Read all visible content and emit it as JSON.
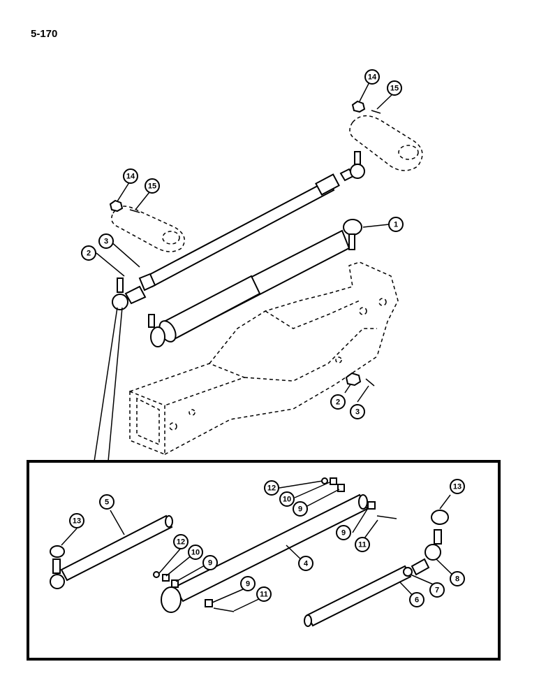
{
  "page": {
    "number": "5-170"
  },
  "callouts": [
    {
      "id": "c-14-top",
      "label": "14"
    },
    {
      "id": "c-15-top",
      "label": "15"
    },
    {
      "id": "c-14-left",
      "label": "14"
    },
    {
      "id": "c-15-left",
      "label": "15"
    },
    {
      "id": "c-1",
      "label": "1"
    },
    {
      "id": "c-2-left",
      "label": "2"
    },
    {
      "id": "c-3-left",
      "label": "3"
    },
    {
      "id": "c-2-mid",
      "label": "2"
    },
    {
      "id": "c-3-mid",
      "label": "3"
    },
    {
      "id": "c-12-a",
      "label": "12"
    },
    {
      "id": "c-10-a",
      "label": "10"
    },
    {
      "id": "c-9-a",
      "label": "9"
    },
    {
      "id": "c-13-right",
      "label": "13"
    },
    {
      "id": "c-5",
      "label": "5"
    },
    {
      "id": "c-13-left",
      "label": "13"
    },
    {
      "id": "c-9-b",
      "label": "9"
    },
    {
      "id": "c-11-a",
      "label": "11"
    },
    {
      "id": "c-12-b",
      "label": "12"
    },
    {
      "id": "c-10-b",
      "label": "10"
    },
    {
      "id": "c-9-c",
      "label": "9"
    },
    {
      "id": "c-4",
      "label": "4"
    },
    {
      "id": "c-8",
      "label": "8"
    },
    {
      "id": "c-7",
      "label": "7"
    },
    {
      "id": "c-6",
      "label": "6"
    },
    {
      "id": "c-9-d",
      "label": "9"
    },
    {
      "id": "c-11-b",
      "label": "11"
    }
  ]
}
